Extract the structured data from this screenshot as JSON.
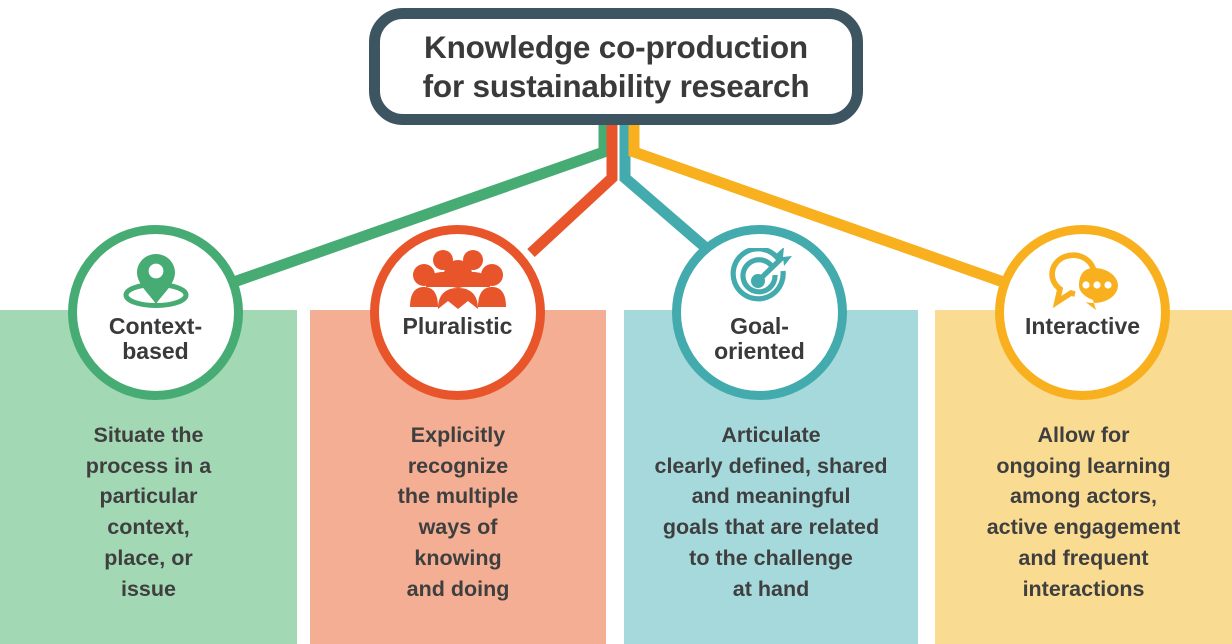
{
  "title": {
    "text": "Knowledge co-production\nfor sustainability research",
    "border_color": "#3c5561"
  },
  "pillars": [
    {
      "id": "context-based",
      "label": "Context-\nbased",
      "icon": "map-pin-icon",
      "accent": "#46ac73",
      "panel_color": "#a3d8b5",
      "body": "Situate the\nprocess in a\nparticular\ncontext,\nplace, or\nissue"
    },
    {
      "id": "pluralistic",
      "label": "Pluralistic",
      "icon": "people-group-icon",
      "accent": "#e8552a",
      "panel_color": "#f3ae93",
      "body": "Explicitly\nrecognize\nthe multiple\nways of\nknowing\nand doing"
    },
    {
      "id": "goal-oriented",
      "label": "Goal-\noriented",
      "icon": "target-arrow-icon",
      "accent": "#43aaad",
      "panel_color": "#a5d9dc",
      "body": "Articulate\nclearly defined, shared\nand meaningful\ngoals that are related\nto the challenge\nat hand"
    },
    {
      "id": "interactive",
      "label": "Interactive",
      "icon": "speech-bubbles-icon",
      "accent": "#f8b01e",
      "panel_color": "#fadb92",
      "body": "Allow for\nongoing learning\namong actors,\nactive engagement\nand frequent\ninteractions"
    }
  ]
}
